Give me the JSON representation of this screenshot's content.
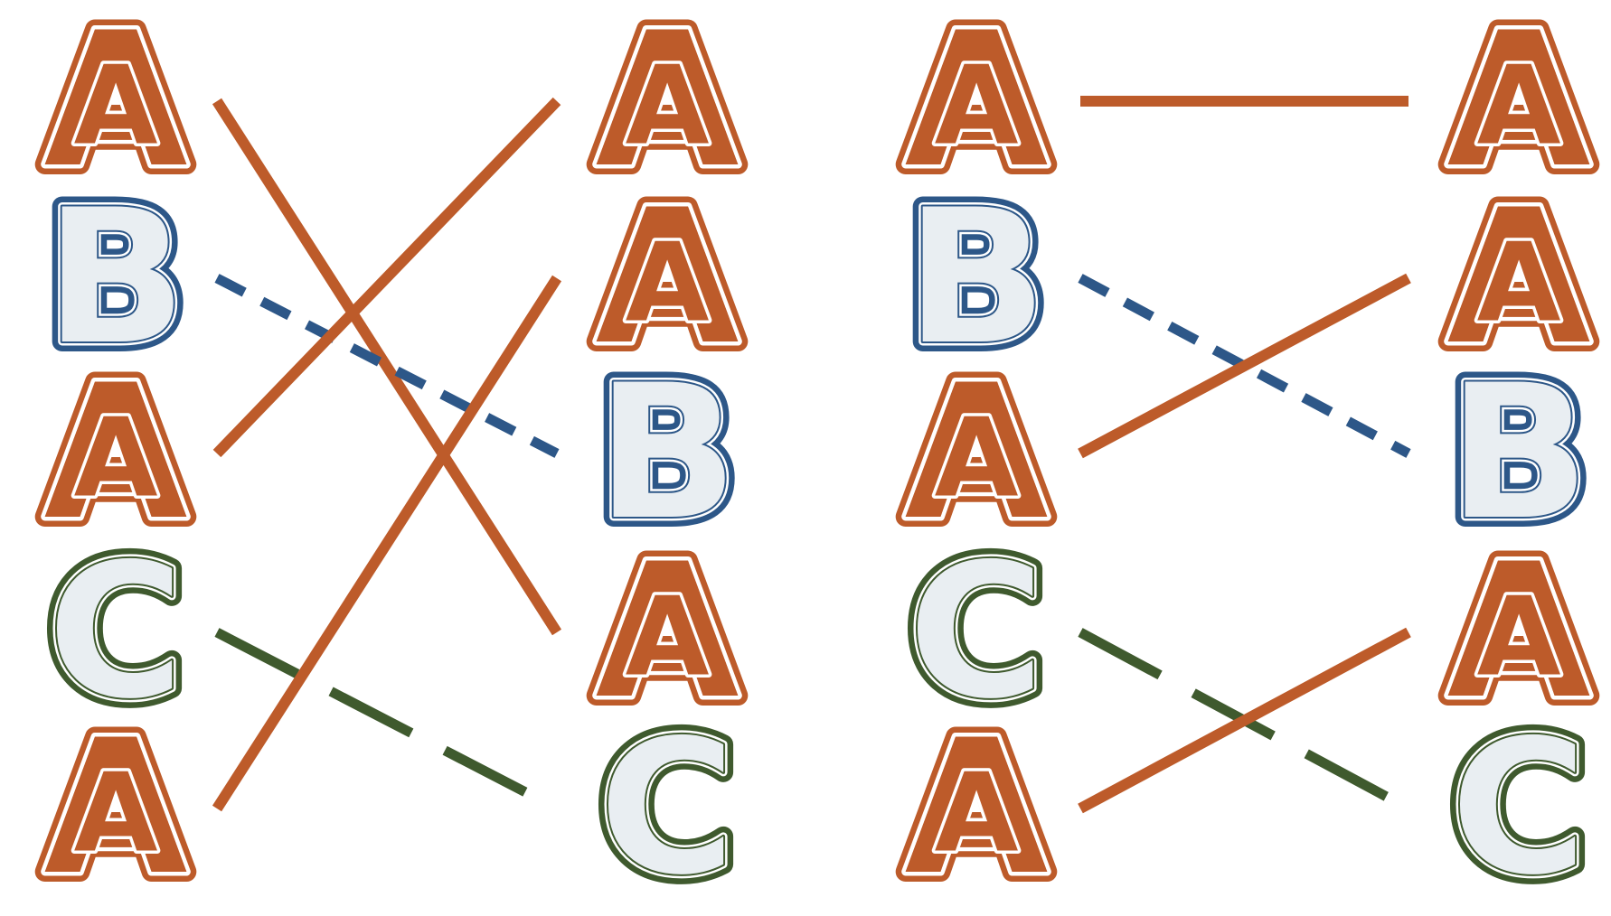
{
  "colors": {
    "A": "#bd5b2a",
    "B": "#2d5788",
    "C": "#3f5a2e",
    "inner": "#ffffff",
    "background": "#ffffff"
  },
  "panels": [
    {
      "id": "left",
      "left_column": [
        "A",
        "B",
        "A",
        "C",
        "A"
      ],
      "right_column": [
        "A",
        "A",
        "B",
        "A",
        "C"
      ],
      "connections": [
        {
          "from": 0,
          "to": 3,
          "letter": "A",
          "dashed": false
        },
        {
          "from": 1,
          "to": 2,
          "letter": "B",
          "dashed": true
        },
        {
          "from": 2,
          "to": 0,
          "letter": "A",
          "dashed": false
        },
        {
          "from": 3,
          "to": 4,
          "letter": "C",
          "dashed": true
        },
        {
          "from": 4,
          "to": 1,
          "letter": "A",
          "dashed": false
        }
      ]
    },
    {
      "id": "right",
      "left_column": [
        "A",
        "B",
        "A",
        "C",
        "A"
      ],
      "right_column": [
        "A",
        "A",
        "B",
        "A",
        "C"
      ],
      "connections": [
        {
          "from": 0,
          "to": 0,
          "letter": "A",
          "dashed": false
        },
        {
          "from": 1,
          "to": 2,
          "letter": "B",
          "dashed": true
        },
        {
          "from": 2,
          "to": 1,
          "letter": "A",
          "dashed": false
        },
        {
          "from": 3,
          "to": 4,
          "letter": "C",
          "dashed": true
        },
        {
          "from": 4,
          "to": 3,
          "letter": "A",
          "dashed": false
        }
      ]
    }
  ]
}
